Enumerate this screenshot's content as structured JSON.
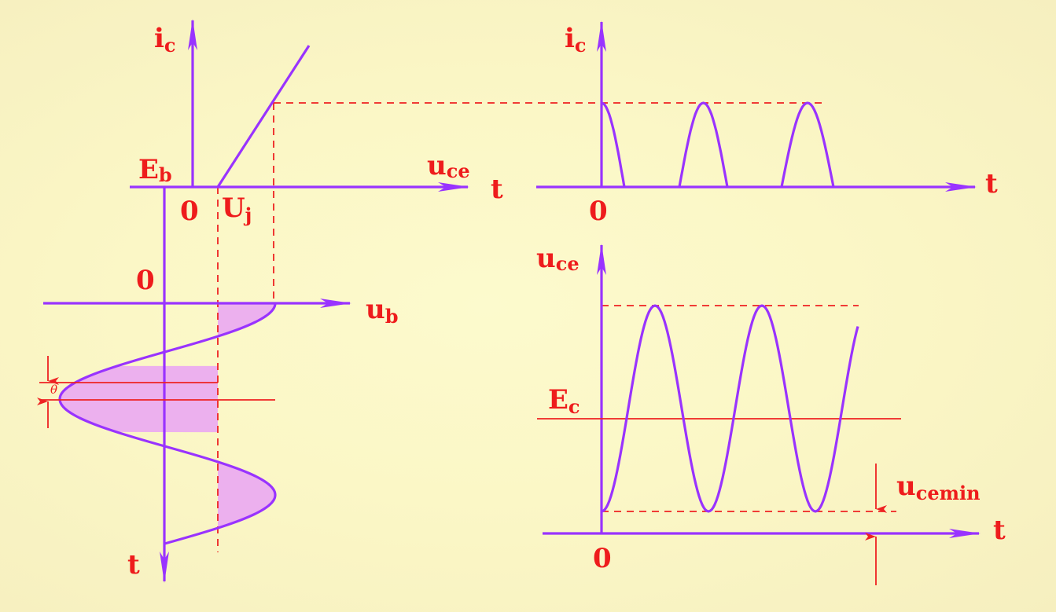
{
  "labels": {
    "ic": "i",
    "ic_sub": "c",
    "uce": "u",
    "uce_sub": "ce",
    "t": "t",
    "eb": "E",
    "eb_sub": "b",
    "zero": "0",
    "uj": "U",
    "uj_sub": "j",
    "ub": "u",
    "ub_sub": "b",
    "ec": "E",
    "ec_sub": "c",
    "ucemin": "u",
    "ucemin_sub": "cemin",
    "theta": "θ"
  },
  "colors": {
    "axis": "#9933ff",
    "label": "#ee1c1c",
    "shade": "#ecb0ee"
  }
}
